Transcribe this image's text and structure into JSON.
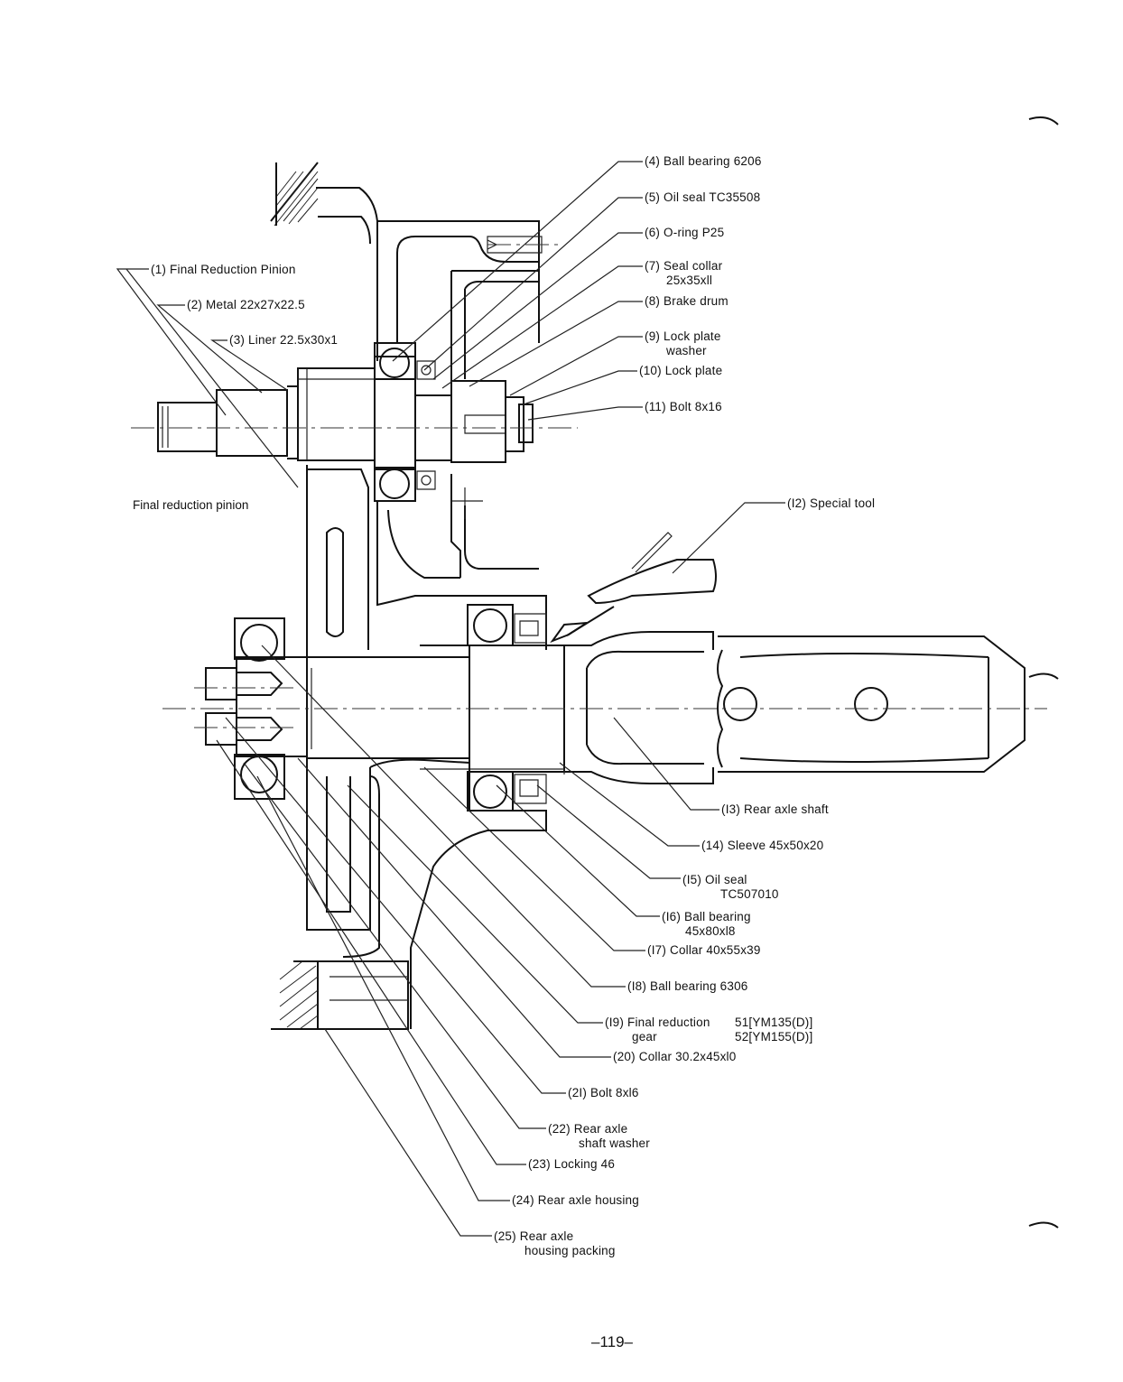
{
  "callouts": [
    {
      "id": "c4",
      "label": "(4) Ball bearing 6206",
      "sub": ""
    },
    {
      "id": "c5",
      "label": "(5) Oil seal TC35508",
      "sub": ""
    },
    {
      "id": "c6",
      "label": "(6) O-ring P25",
      "sub": ""
    },
    {
      "id": "c7",
      "label": "(7) Seal collar",
      "sub": "25x35xll"
    },
    {
      "id": "c8",
      "label": "(8) Brake drum",
      "sub": ""
    },
    {
      "id": "c9",
      "label": "(9) Lock plate",
      "sub": "washer"
    },
    {
      "id": "c10",
      "label": "(10) Lock plate",
      "sub": ""
    },
    {
      "id": "c11",
      "label": "(11) Bolt 8x16",
      "sub": ""
    },
    {
      "id": "c1",
      "label": "(1)  Final Reduction Pinion",
      "sub": ""
    },
    {
      "id": "c2",
      "label": "(2)  Metal 22x27x22.5",
      "sub": ""
    },
    {
      "id": "c3",
      "label": "(3)  Liner 22.5x30x1",
      "sub": ""
    },
    {
      "id": "c12",
      "label": "(I2) Special tool",
      "sub": ""
    },
    {
      "id": "c13",
      "label": "(I3) Rear axle shaft",
      "sub": ""
    },
    {
      "id": "c14",
      "label": "(14)  Sleeve 45x50x20",
      "sub": ""
    },
    {
      "id": "c15",
      "label": "(I5) Oil seal",
      "sub": "TC507010"
    },
    {
      "id": "c16",
      "label": "(I6) Ball bearing",
      "sub": "45x80xl8"
    },
    {
      "id": "c17",
      "label": "(I7) Collar 40x55x39",
      "sub": ""
    },
    {
      "id": "c18",
      "label": "(I8) Ball bearing 6306",
      "sub": ""
    },
    {
      "id": "c19",
      "label": "(I9)  Final reduction",
      "sub": "gear",
      "extra1": "51[YM135(D)]",
      "extra2": "52[YM155(D)]"
    },
    {
      "id": "c20",
      "label": "(20) Collar 30.2x45xl0",
      "sub": ""
    },
    {
      "id": "c21",
      "label": "(2I) Bolt 8xl6",
      "sub": ""
    },
    {
      "id": "c22",
      "label": "(22) Rear axle",
      "sub": "shaft washer"
    },
    {
      "id": "c23",
      "label": "(23) Locking 46",
      "sub": ""
    },
    {
      "id": "c24",
      "label": "(24) Rear axle housing",
      "sub": ""
    },
    {
      "id": "c25",
      "label": "(25) Rear axle",
      "sub": "housing packing"
    }
  ],
  "caption": "Final reduction pinion",
  "page_number": "–119–"
}
